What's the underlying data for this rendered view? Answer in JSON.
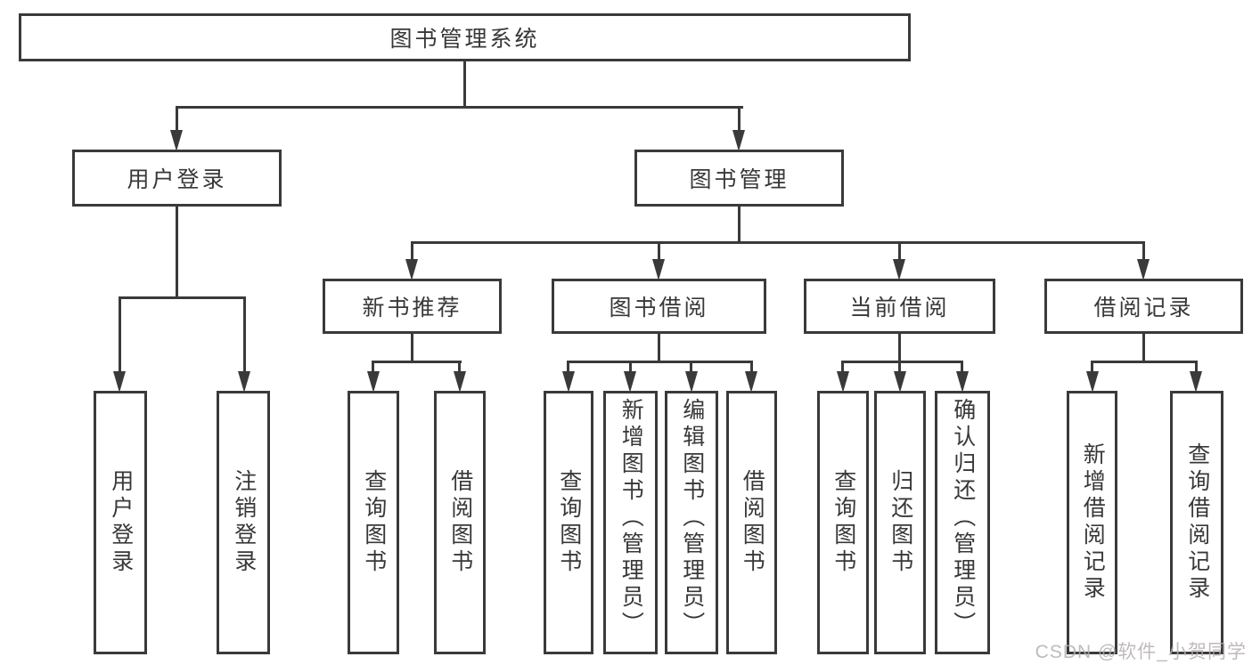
{
  "diagram": {
    "root": "图书管理系统",
    "level2": {
      "user_login": "用户登录",
      "book_mgmt": "图书管理"
    },
    "level3": {
      "new_books": "新书推荐",
      "book_borrow": "图书借阅",
      "current_borrow": "当前借阅",
      "borrow_records": "借阅记录"
    },
    "leaves": {
      "user_login": [
        "用户登录",
        "注销登录"
      ],
      "new_books": [
        "查询图书",
        "借阅图书"
      ],
      "book_borrow": [
        "查询图书",
        "新增图书（管理员）",
        "编辑图书（管理员）",
        "借阅图书"
      ],
      "current_borrow": [
        "查询图书",
        "归还图书",
        "确认归还（管理员）"
      ],
      "borrow_records": [
        "新增借阅记录",
        "查询借阅记录"
      ]
    }
  },
  "watermark": "CSDN @软件_小贺同学",
  "colors": {
    "line": "#3a3a3a",
    "text": "#383838",
    "watermark": "#b4afb1",
    "background": "#ffffff"
  }
}
